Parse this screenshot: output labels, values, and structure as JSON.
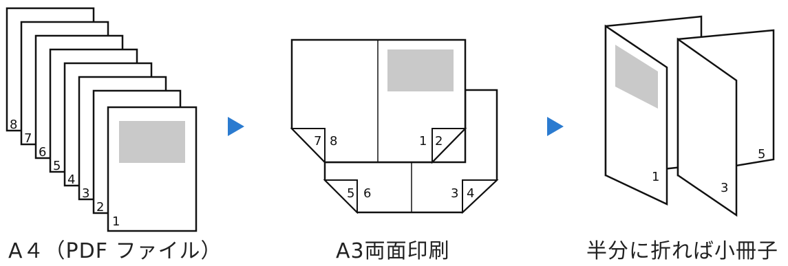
{
  "colors": {
    "stroke": "#111111",
    "fill_gray": "#c9c9c9",
    "arrow": "#2b7bd0"
  },
  "stage1": {
    "caption": "A４（PDF ファイル）",
    "stack_numbers": [
      "8",
      "7",
      "6",
      "5",
      "4",
      "3",
      "2"
    ],
    "front_number": "1"
  },
  "stage2": {
    "caption": "A3両面印刷",
    "numbers": {
      "n7": "7",
      "n8": "8",
      "n1": "1",
      "n2": "2",
      "n5": "5",
      "n6": "6",
      "n3": "3",
      "n4": "4"
    }
  },
  "stage3": {
    "caption": "半分に折れば小冊子",
    "numbers": {
      "n1": "1",
      "n3": "3",
      "n5": "5"
    }
  },
  "arrows": [
    "arrow-right-icon",
    "arrow-right-icon"
  ]
}
